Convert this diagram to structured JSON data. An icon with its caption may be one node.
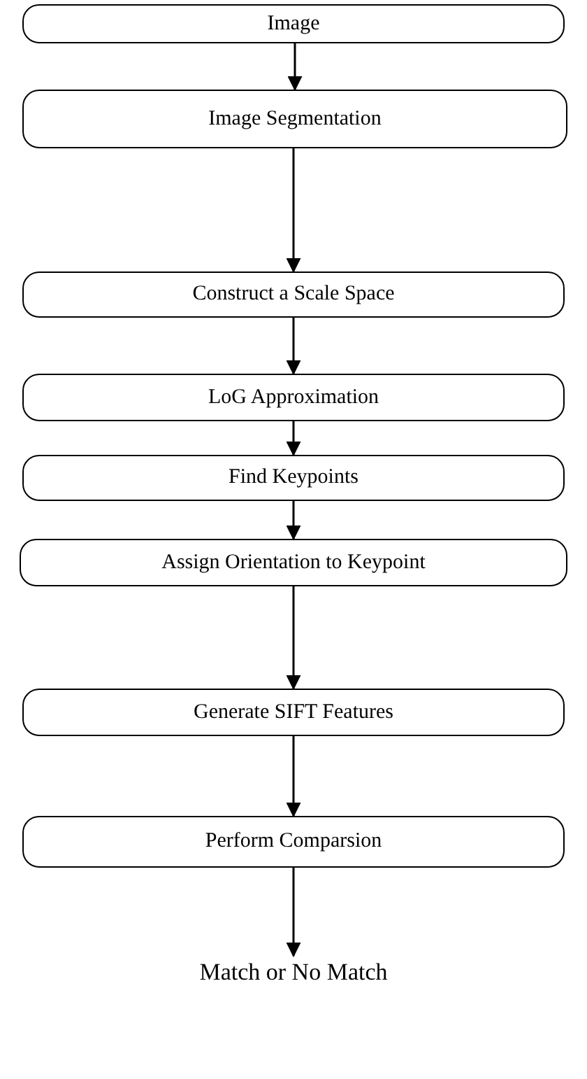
{
  "diagram": {
    "nodes": [
      {
        "text": [
          "Image"
        ]
      },
      {
        "text": [
          "Image Segmentation"
        ]
      },
      {
        "text": [
          "Construct a Scale Space"
        ]
      },
      {
        "text": [
          "LoG Approximation"
        ]
      },
      {
        "text": [
          "Find Keypoints"
        ]
      },
      {
        "text": [
          "Assign Orientation to Keypoint"
        ]
      },
      {
        "text": [
          "Generate SIFT Features"
        ]
      },
      {
        "text": [
          "Perform Comparsion"
        ]
      },
      {
        "text": [
          "Match or No Match"
        ]
      }
    ],
    "edges": [
      {
        "from": 0,
        "to": 1,
        "arrow": "to"
      },
      {
        "from": 1,
        "to": 2,
        "arrow": "to"
      },
      {
        "from": 2,
        "to": 3,
        "arrow": "to"
      },
      {
        "from": 3,
        "to": 4,
        "arrow": "to"
      },
      {
        "from": 4,
        "to": 5,
        "arrow": "to"
      },
      {
        "from": 5,
        "to": 6,
        "arrow": "to"
      },
      {
        "from": 6,
        "to": 7,
        "arrow": "to"
      },
      {
        "from": 7,
        "to": 8,
        "arrow": "to"
      }
    ]
  }
}
